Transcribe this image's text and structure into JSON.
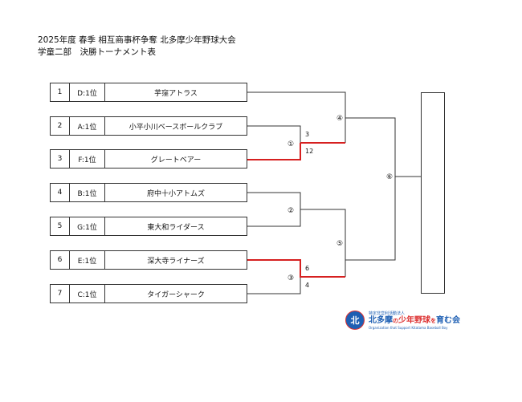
{
  "header": {
    "title_line1": "2025年度 春季 相互商事杯争奪 北多摩少年野球大会",
    "title_line2": "学童二部　決勝トーナメント表"
  },
  "teams": [
    {
      "no": "1",
      "seed": "D:1位",
      "name": "芋窪アトラス"
    },
    {
      "no": "2",
      "seed": "A:1位",
      "name": "小平小川ベースボールクラブ"
    },
    {
      "no": "3",
      "seed": "F:1位",
      "name": "グレートベアー"
    },
    {
      "no": "4",
      "seed": "B:1位",
      "name": "府中十小アトムズ"
    },
    {
      "no": "5",
      "seed": "G:1位",
      "name": "東大和ライダース"
    },
    {
      "no": "6",
      "seed": "E:1位",
      "name": "深大寺ライナーズ"
    },
    {
      "no": "7",
      "seed": "C:1位",
      "name": "タイガーシャーク"
    }
  ],
  "matches": {
    "m1": "①",
    "m2": "②",
    "m3": "③",
    "m4": "④",
    "m5": "⑤",
    "m6": "⑥"
  },
  "scores": {
    "m1_top": "3",
    "m1_bottom": "12",
    "m3_top": "6",
    "m3_bottom": "4"
  },
  "colors": {
    "bracket_line": "#333333",
    "winner_line": "#d62020",
    "logo_blue": "#1e5fb3"
  },
  "logo": {
    "mark": "北",
    "sub": "特定非営利活動法人",
    "main_part1": "北多摩",
    "main_part2": "少年野球",
    "main_part3": "育む会",
    "connector1": "の",
    "connector2": "を",
    "english": "Organization that Support Kitatama Baseball Boy"
  }
}
